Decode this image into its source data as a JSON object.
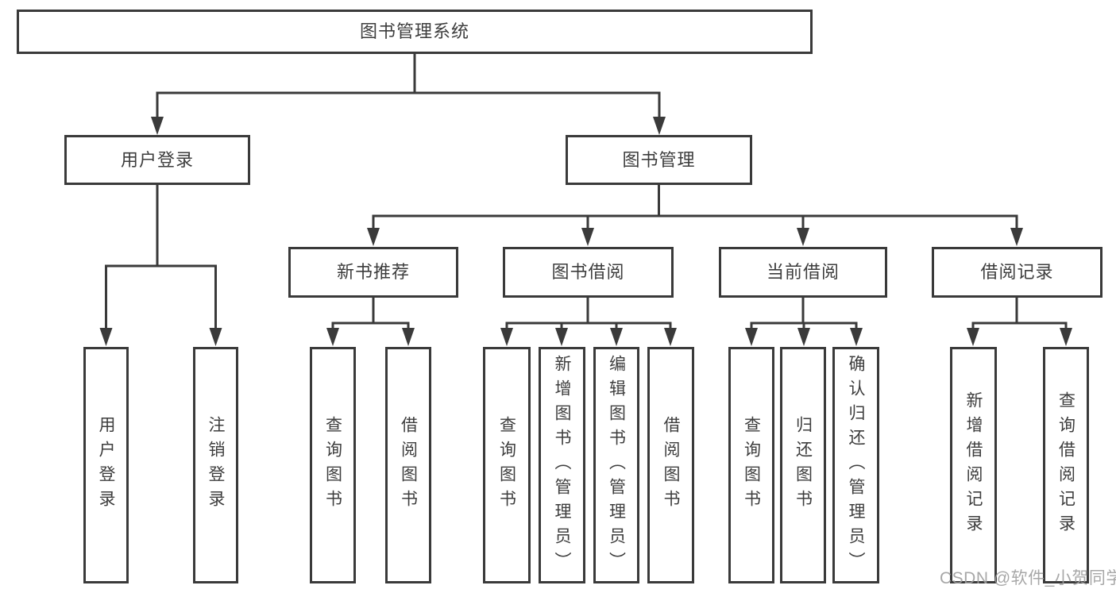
{
  "diagram": {
    "root": {
      "label": "图书管理系统"
    },
    "level1": [
      {
        "label": "用户登录"
      },
      {
        "label": "图书管理"
      }
    ],
    "level2": [
      {
        "label": "新书推荐"
      },
      {
        "label": "图书借阅"
      },
      {
        "label": "当前借阅"
      },
      {
        "label": "借阅记录"
      }
    ],
    "leaves": [
      {
        "label": "用户登录"
      },
      {
        "label": "注销登录"
      },
      {
        "label": "查询图书"
      },
      {
        "label": "借阅图书"
      },
      {
        "label": "查询图书"
      },
      {
        "label": "新增图书（管理员）"
      },
      {
        "label": "编辑图书（管理员）"
      },
      {
        "label": "借阅图书"
      },
      {
        "label": "查询图书"
      },
      {
        "label": "归还图书"
      },
      {
        "label": "确认归还（管理员）"
      },
      {
        "label": "新增借阅记录"
      },
      {
        "label": "查询借阅记录"
      }
    ]
  },
  "watermark": {
    "text": "CSDN @软件_小贺同学"
  },
  "colors": {
    "line": "#3a3a3a",
    "text": "#3d3d3d",
    "watermark": "#9e9e9e"
  }
}
